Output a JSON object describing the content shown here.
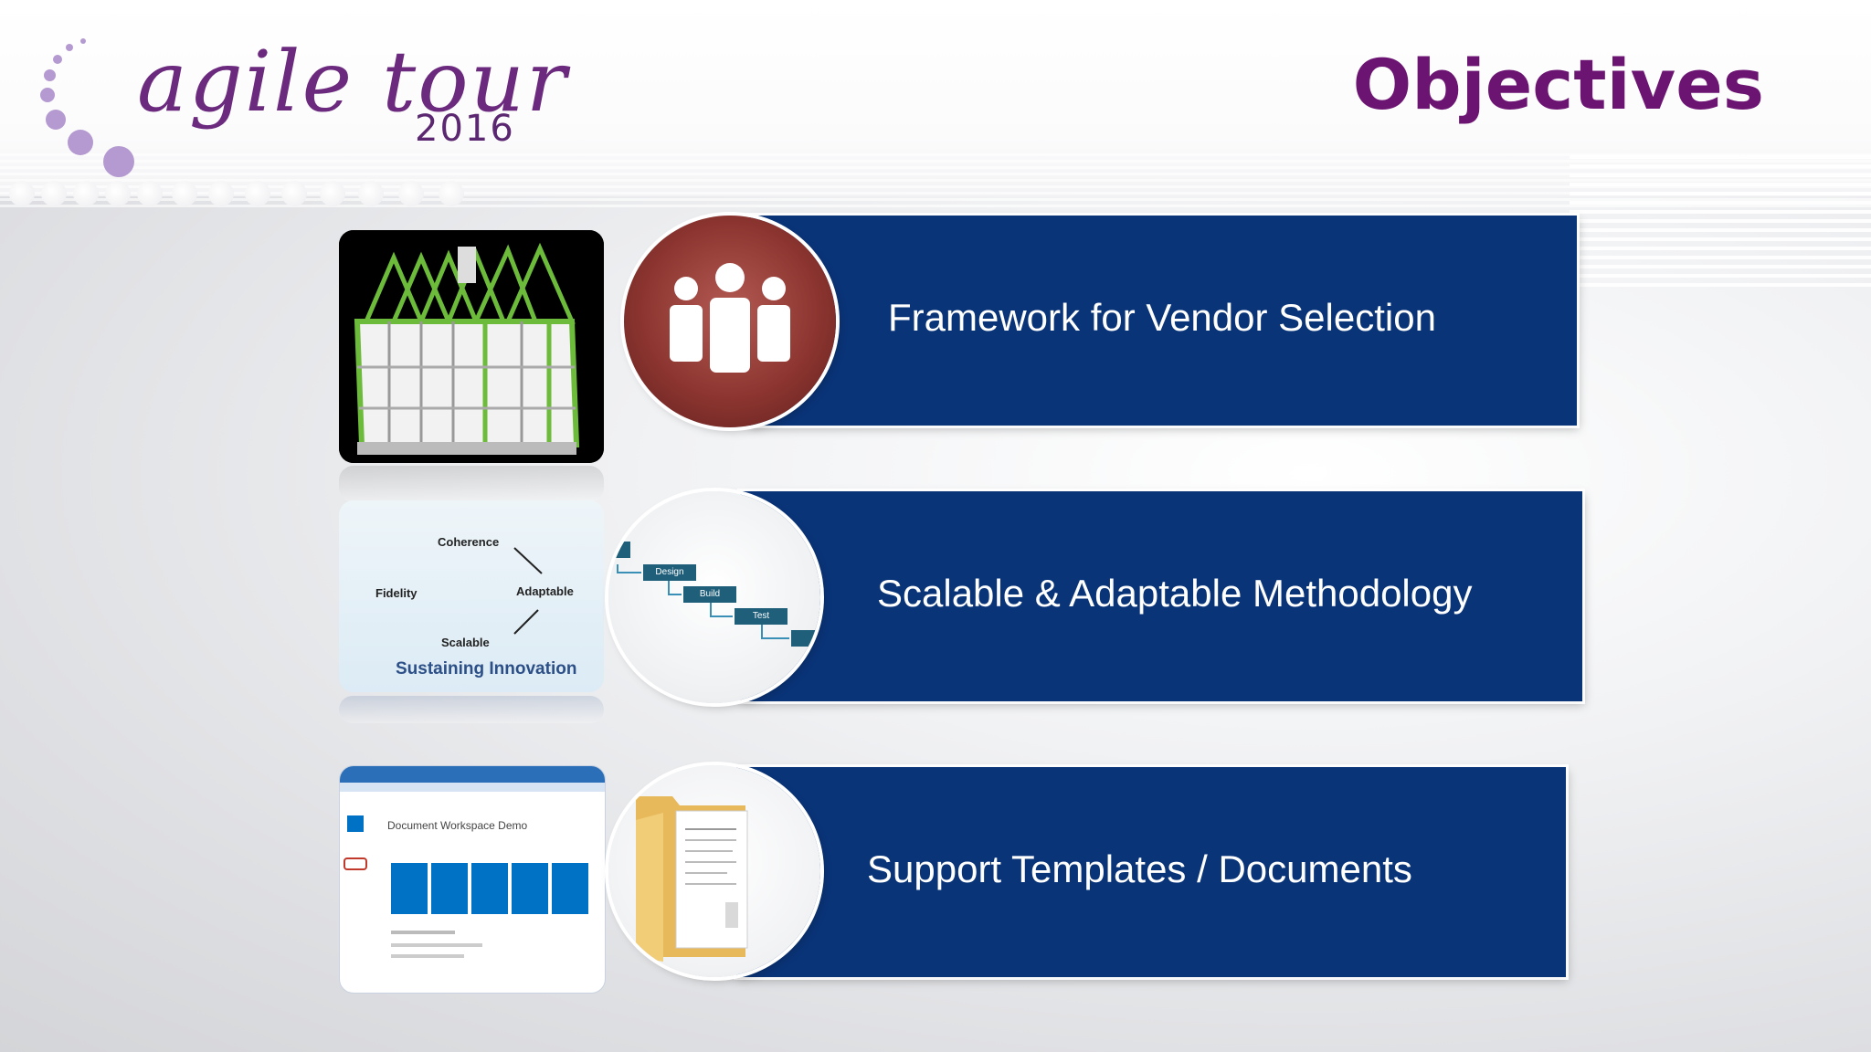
{
  "slide": {
    "title": "Objectives",
    "logo": {
      "text": "agile tour",
      "year": "2016"
    }
  },
  "objectives": [
    {
      "label": "Framework for Vendor Selection",
      "icon": "people-icon",
      "thumbnail": "house-frame-image"
    },
    {
      "label": "Scalable & Adaptable Methodology",
      "icon": "waterfall-process-icon",
      "thumbnail": "sustaining-innovation-diagram"
    },
    {
      "label": "Support Templates / Documents",
      "icon": "folder-icon",
      "thumbnail": "document-workspace-screenshot"
    }
  ],
  "diagram": {
    "coherence": "Coherence",
    "fidelity": "Fidelity",
    "adaptable": "Adaptable",
    "scalable": "Scalable",
    "caption": "Sustaining Innovation"
  },
  "waterfall": {
    "steps": [
      "Design",
      "Build",
      "Test"
    ]
  },
  "workspace": {
    "title": "Document Workspace Demo"
  },
  "colors": {
    "banner": "#0a3478",
    "title": "#6c1472",
    "logo": "#6b2a7e"
  }
}
